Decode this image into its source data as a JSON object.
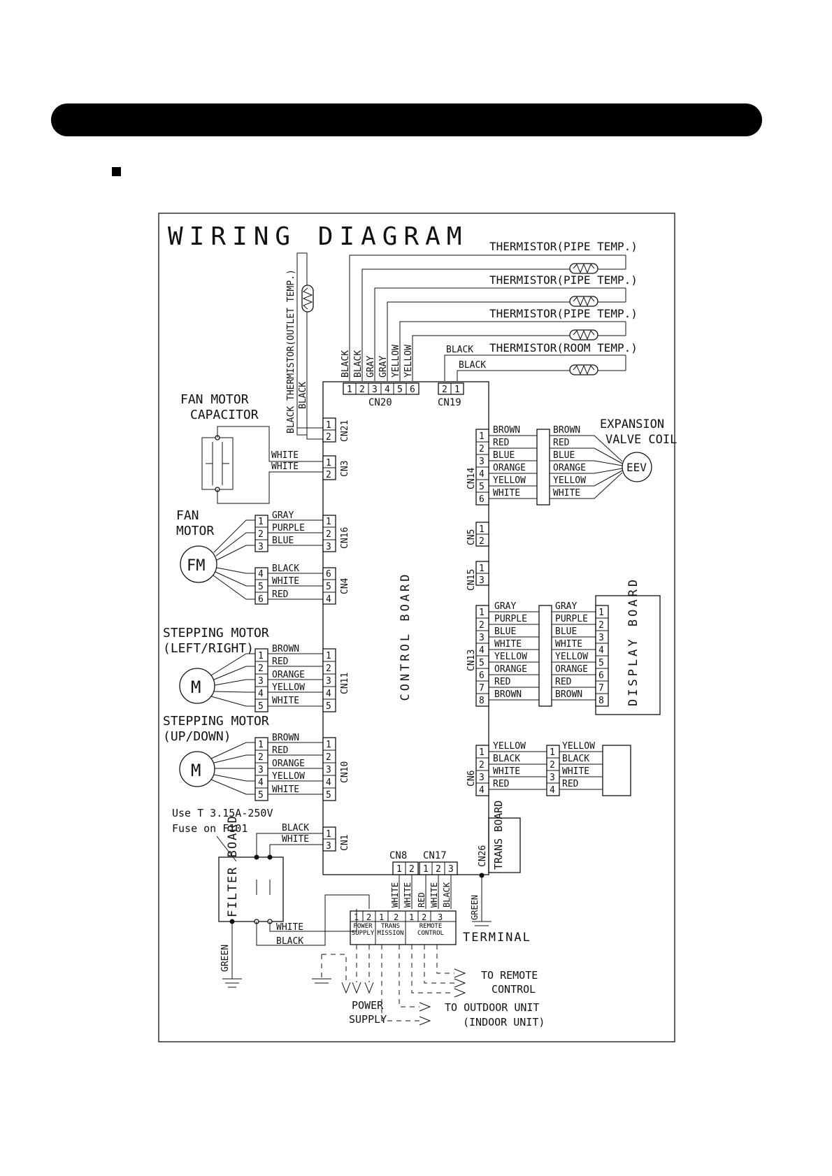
{
  "page": {
    "header_bar": ""
  },
  "diagram": {
    "title": "WIRING DIAGRAM",
    "control_board": "CONTROL BOARD",
    "display_board": "DISPLAY BOARD",
    "trans_board": "TRANS BOARD",
    "filter_board": "FILTER BOARD",
    "terminal_label": "TERMINAL",
    "fuse_note": [
      "Use T 3.15A-250V",
      "Fuse on F101"
    ],
    "thermistors": [
      "THERMISTOR(PIPE TEMP.)",
      "THERMISTOR(PIPE TEMP.)",
      "THERMISTOR(PIPE TEMP.)",
      "THERMISTOR(ROOM TEMP.)"
    ],
    "outlet_thermistor": "THERMISTOR(OUTLET TEMP.)",
    "components": {
      "fan_motor_capacitor": [
        "FAN MOTOR",
        "CAPACITOR"
      ],
      "fan_motor": [
        "FAN",
        "MOTOR"
      ],
      "fan_motor_symbol": "FM",
      "stepping_lr": [
        "STEPPING MOTOR",
        "(LEFT/RIGHT)"
      ],
      "stepping_ud": [
        "STEPPING MOTOR",
        "(UP/DOWN)"
      ],
      "motor_symbol": "M",
      "expansion_valve": [
        "EXPANSION",
        "VALVE COIL"
      ],
      "eev_symbol": "EEV"
    },
    "connectors": {
      "CN20": {
        "label": "CN20",
        "pins": [
          "1",
          "2",
          "3",
          "4",
          "5",
          "6"
        ],
        "wires": [
          "BLACK",
          "BLACK",
          "GRAY",
          "GRAY",
          "YELLOW",
          "YELLOW"
        ]
      },
      "CN19": {
        "label": "CN19",
        "pins": [
          "2",
          "1"
        ],
        "wires": [
          "BLACK",
          "BLACK"
        ]
      },
      "CN21": {
        "label": "CN21",
        "pins": [
          "1",
          "2"
        ],
        "wires": [
          "BLACK",
          "BLACK"
        ]
      },
      "CN3": {
        "label": "CN3",
        "pins": [
          "1",
          "2"
        ],
        "wires": [
          "WHITE",
          "WHITE"
        ]
      },
      "CN16": {
        "label": "CN16",
        "pins": [
          "1",
          "2",
          "3"
        ],
        "wires": [
          "GRAY",
          "PURPLE",
          "BLUE"
        ]
      },
      "CN4": {
        "label": "CN4",
        "pins": [
          "6",
          "5",
          "4"
        ],
        "wires": [
          "BLACK",
          "WHITE",
          "RED"
        ],
        "motor_pins": [
          "4",
          "5",
          "6"
        ]
      },
      "CN11": {
        "label": "CN11",
        "pins": [
          "1",
          "2",
          "3",
          "4",
          "5"
        ],
        "wires": [
          "BROWN",
          "RED",
          "ORANGE",
          "YELLOW",
          "WHITE"
        ]
      },
      "CN10": {
        "label": "CN10",
        "pins": [
          "1",
          "2",
          "3",
          "4",
          "5"
        ],
        "wires": [
          "BROWN",
          "RED",
          "ORANGE",
          "YELLOW",
          "WHITE"
        ]
      },
      "CN1": {
        "label": "CN1",
        "pins": [
          "1",
          "3"
        ],
        "wires": [
          "BLACK",
          "WHITE"
        ]
      },
      "CN14": {
        "label": "CN14",
        "pins": [
          "1",
          "2",
          "3",
          "4",
          "5",
          "6"
        ],
        "wires": [
          "BROWN",
          "RED",
          "BLUE",
          "ORANGE",
          "YELLOW",
          "WHITE"
        ]
      },
      "CN5": {
        "label": "CN5",
        "pins": [
          "1",
          "2"
        ]
      },
      "CN15": {
        "label": "CN15",
        "pins": [
          "1",
          "3"
        ]
      },
      "CN13": {
        "label": "CN13",
        "pins": [
          "1",
          "2",
          "3",
          "4",
          "5",
          "6",
          "7",
          "8"
        ],
        "wires": [
          "GRAY",
          "PURPLE",
          "BLUE",
          "WHITE",
          "YELLOW",
          "ORANGE",
          "RED",
          "BROWN"
        ]
      },
      "CN6": {
        "label": "CN6",
        "pins": [
          "1",
          "2",
          "3",
          "4"
        ],
        "wires": [
          "YELLOW",
          "BLACK",
          "WHITE",
          "RED"
        ]
      },
      "CN8": {
        "label": "CN8",
        "pins": [
          "1",
          "2"
        ],
        "wires": [
          "WHITE",
          "WHITE"
        ]
      },
      "CN17": {
        "label": "CN17",
        "pins": [
          "1",
          "2",
          "3"
        ],
        "wires": [
          "RED",
          "WHITE",
          "BLACK"
        ]
      },
      "CN26": {
        "label": "CN26"
      }
    },
    "terminal_block": {
      "pins": [
        "1",
        "2",
        "1",
        "2",
        "1",
        "2",
        "3"
      ],
      "sections": [
        "POWER SUPPLY",
        "TRANS MISSION",
        "REMOTE CONTROL"
      ]
    },
    "filter_wires": [
      "WHITE",
      "BLACK"
    ],
    "green": "GREEN",
    "outputs": [
      "TO REMOTE",
      "CONTROL",
      "POWER",
      "SUPPLY",
      "TO OUTDOOR UNIT",
      "(INDOOR UNIT)"
    ]
  }
}
